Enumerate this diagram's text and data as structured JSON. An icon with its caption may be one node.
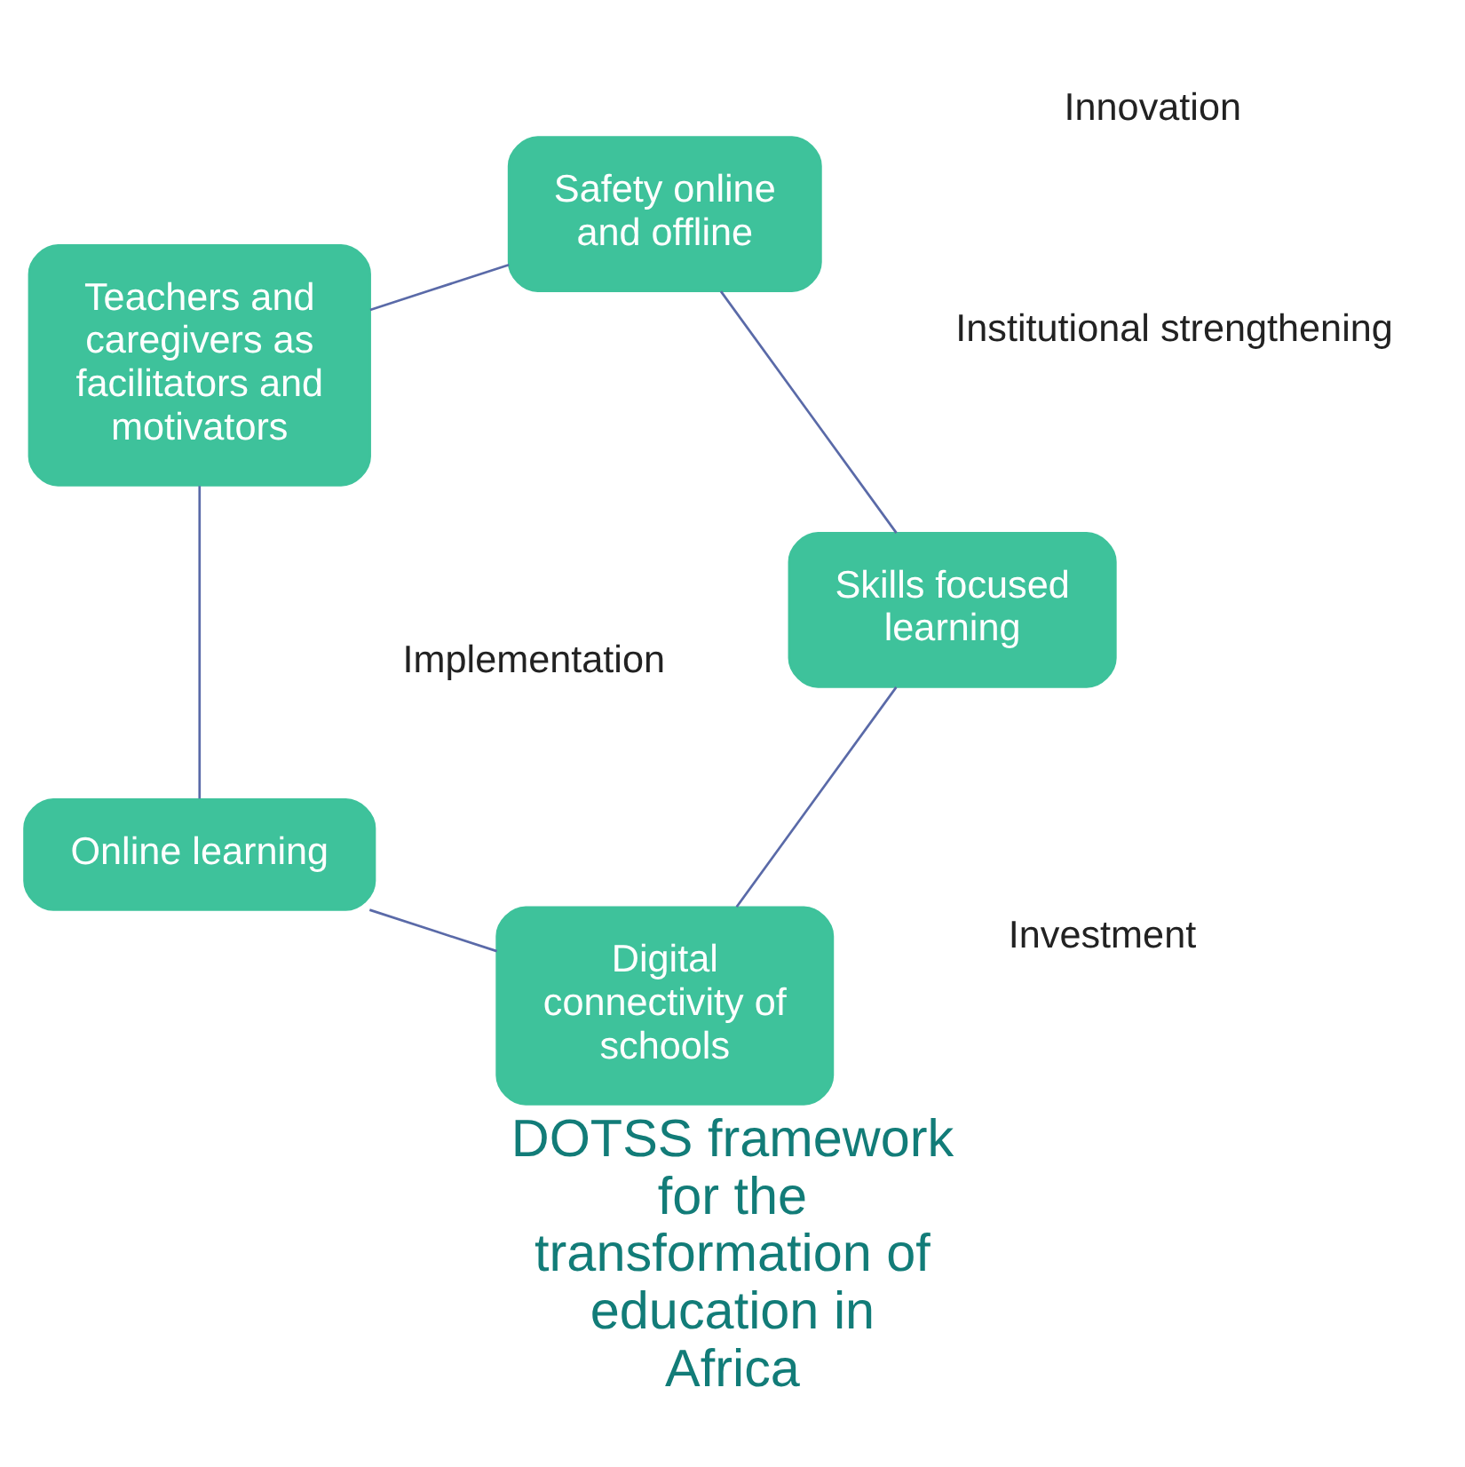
{
  "diagram": {
    "title": "DOTSS framework for the transformation of education in Africa",
    "nodes": [
      {
        "text": [
          "Digital connectivity of schools"
        ]
      },
      {
        "text": [
          "Skills focused learning"
        ]
      },
      {
        "text": [
          "Online learning"
        ]
      },
      {
        "text": [
          "Safety online and offline"
        ]
      },
      {
        "text": [
          "Teachers and caregivers as facilitators and motivators"
        ]
      }
    ],
    "edges": [
      {
        "from": 0,
        "to": 2,
        "arrow": "none"
      },
      {
        "from": 2,
        "to": 4,
        "arrow": "none"
      },
      {
        "from": 4,
        "to": 3,
        "arrow": "none"
      },
      {
        "from": 3,
        "to": 1,
        "arrow": "none"
      },
      {
        "from": 1,
        "to": 0,
        "arrow": "none"
      }
    ],
    "labels": [
      "Implementation",
      "Investment",
      "Institutional strengthening",
      "Innovation"
    ]
  }
}
